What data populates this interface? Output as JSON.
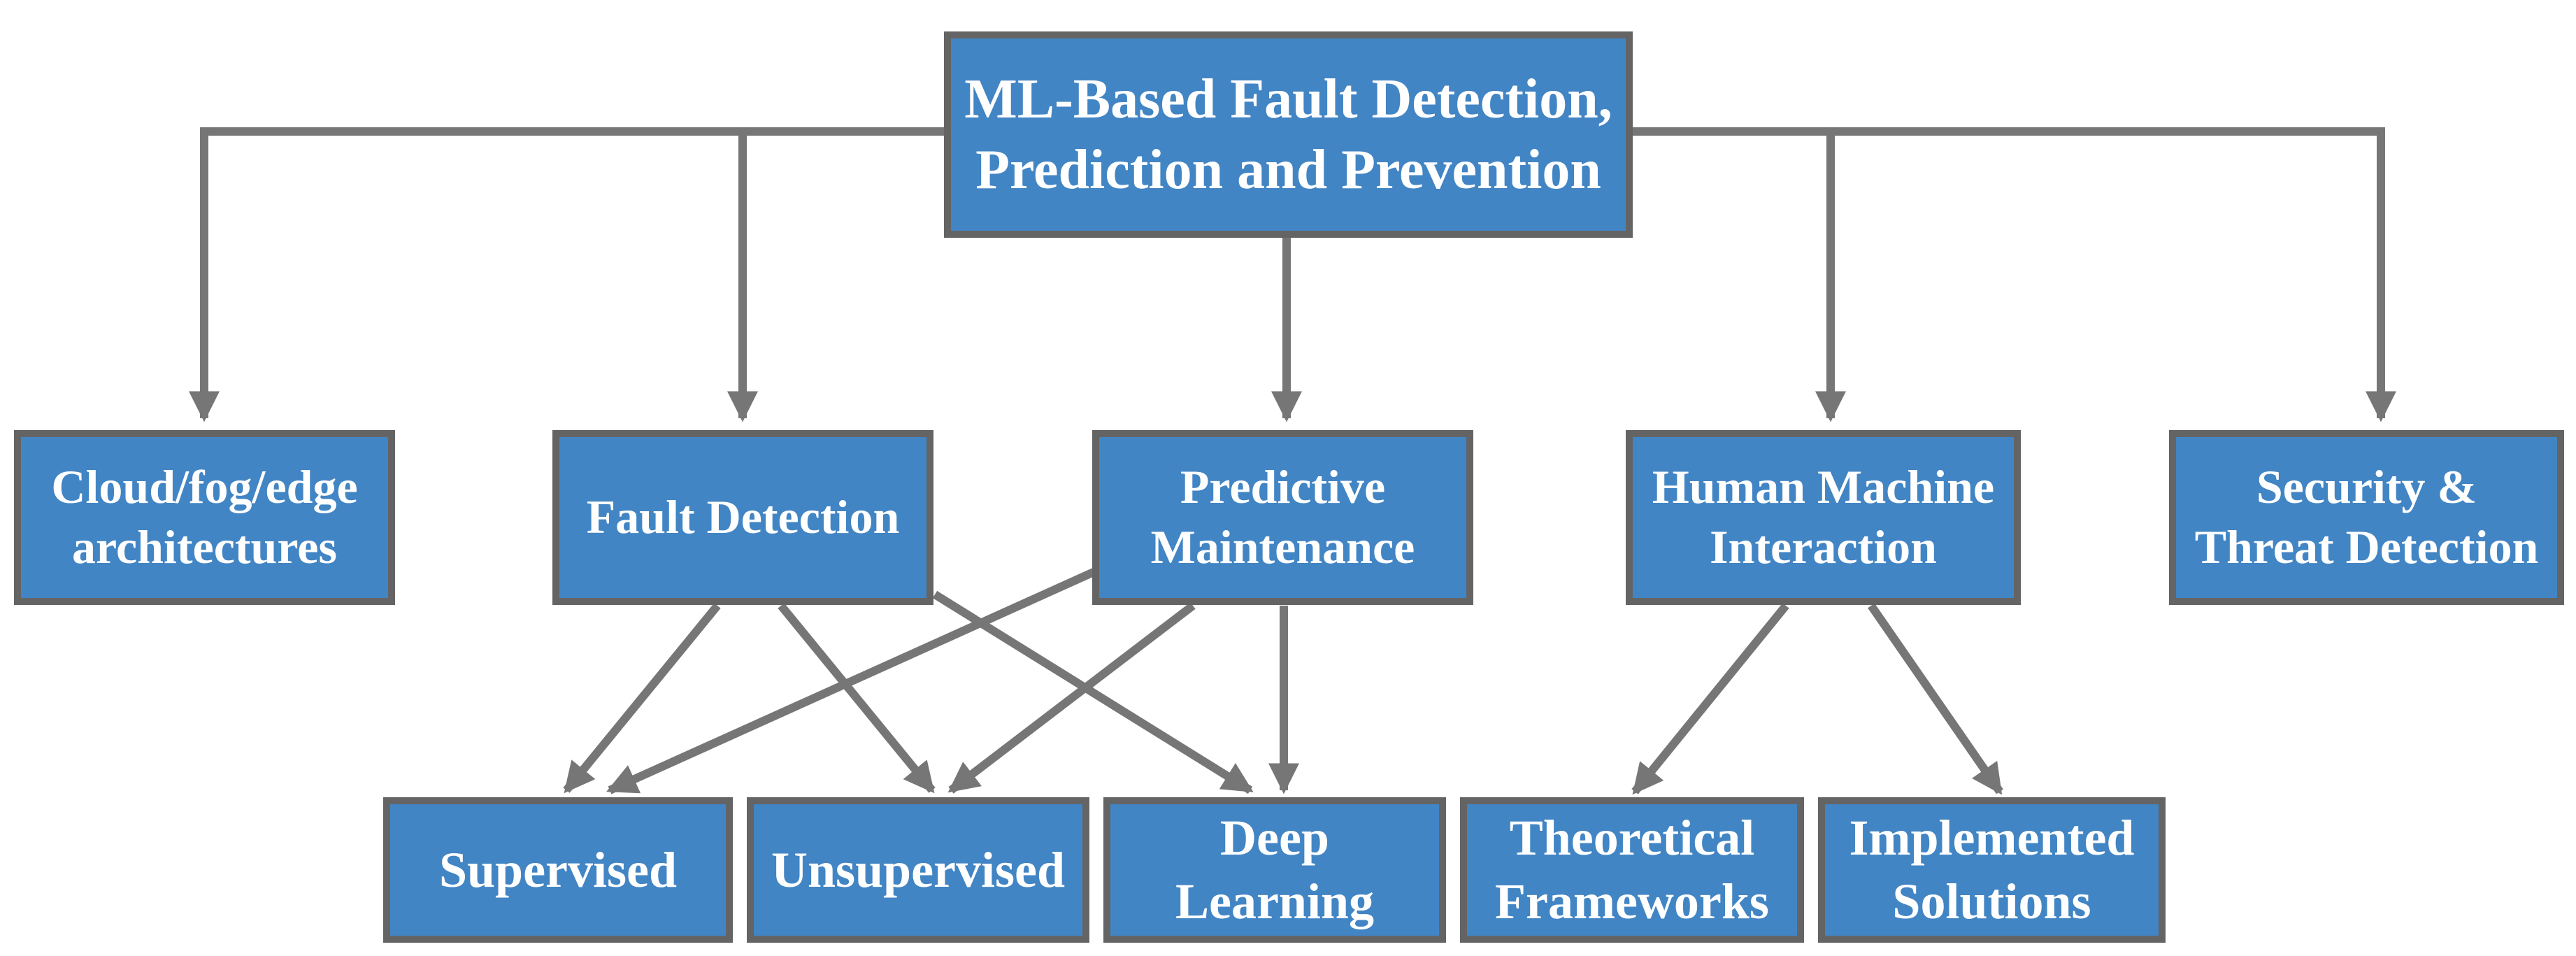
{
  "diagram_title": "ML-Based Fault Detection, Prediction and Prevention",
  "theme": {
    "box_fill": "#4285C4",
    "box_border": "#646464",
    "connector": "#767676",
    "text": "#FFFFFF",
    "background": "#FFFFFF"
  },
  "nodes": {
    "root": {
      "label": "ML-Based Fault Detection, Prediction and Prevention",
      "lines": [
        "ML-Based Fault Detection,",
        "Prediction and Prevention"
      ]
    },
    "cloud": {
      "label": "Cloud/fog/edge architectures",
      "lines": [
        "Cloud/fog/edge",
        "architectures"
      ]
    },
    "fault": {
      "label": "Fault Detection",
      "lines": [
        "Fault Detection"
      ]
    },
    "predictive": {
      "label": "Predictive Maintenance",
      "lines": [
        "Predictive",
        "Maintenance"
      ]
    },
    "hmi": {
      "label": "Human Machine Interaction",
      "lines": [
        "Human Machine",
        "Interaction"
      ]
    },
    "security": {
      "label": "Security & Threat Detection",
      "lines": [
        "Security &",
        "Threat Detection"
      ]
    },
    "supervised": {
      "label": "Supervised",
      "lines": [
        "Supervised"
      ]
    },
    "unsupervised": {
      "label": "Unsupervised",
      "lines": [
        "Unsupervised"
      ]
    },
    "deep": {
      "label": "Deep Learning",
      "lines": [
        "Deep",
        "Learning"
      ]
    },
    "theoretical": {
      "label": "Theoretical Frameworks",
      "lines": [
        "Theoretical",
        "Frameworks"
      ]
    },
    "implemented": {
      "label": "Implemented Solutions",
      "lines": [
        "Implemented",
        "Solutions"
      ]
    }
  },
  "edges": [
    {
      "from": "root",
      "to": "cloud"
    },
    {
      "from": "root",
      "to": "fault"
    },
    {
      "from": "root",
      "to": "predictive"
    },
    {
      "from": "root",
      "to": "hmi"
    },
    {
      "from": "root",
      "to": "security"
    },
    {
      "from": "fault",
      "to": "supervised"
    },
    {
      "from": "fault",
      "to": "unsupervised"
    },
    {
      "from": "fault",
      "to": "deep"
    },
    {
      "from": "predictive",
      "to": "supervised"
    },
    {
      "from": "predictive",
      "to": "unsupervised"
    },
    {
      "from": "predictive",
      "to": "deep"
    },
    {
      "from": "hmi",
      "to": "theoretical"
    },
    {
      "from": "hmi",
      "to": "implemented"
    }
  ]
}
